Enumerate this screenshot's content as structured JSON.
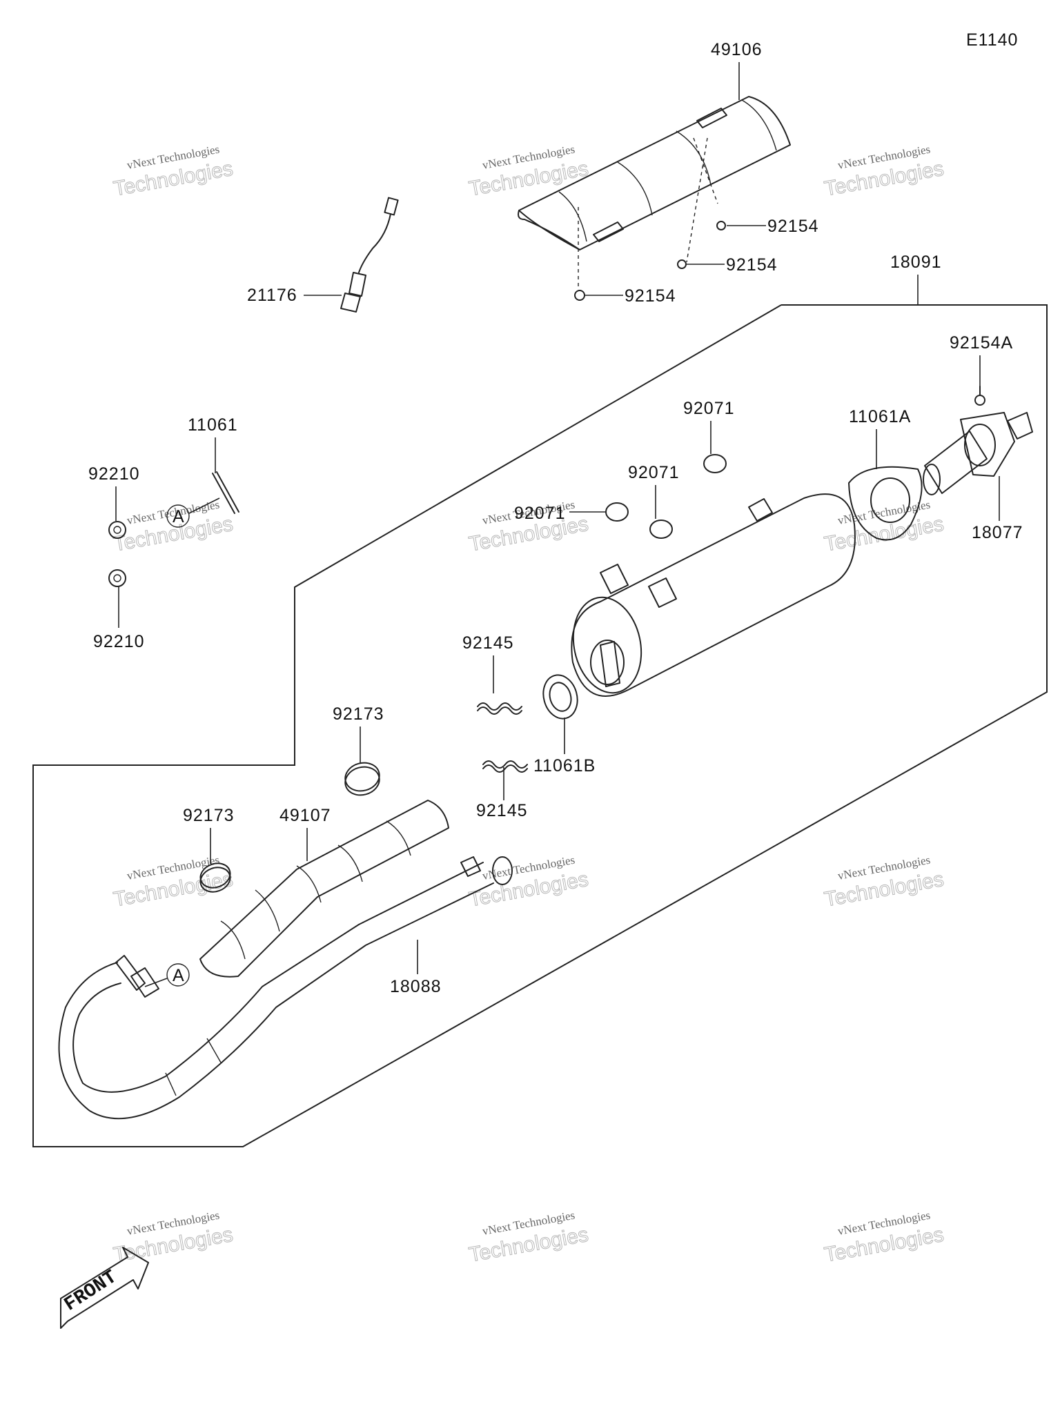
{
  "diagram": {
    "code": "E1140",
    "front_label": "FRONT",
    "callout_letter": "A",
    "watermark": {
      "line1": "vNext Technologies",
      "line2": "vNext Technologies"
    },
    "parts": {
      "p49106": "49106",
      "p92154_a": "92154",
      "p92154_b": "92154",
      "p92154_c": "92154",
      "p18091": "18091",
      "p21176": "21176",
      "p92154A": "92154A",
      "p92071_a": "92071",
      "p92071_b": "92071",
      "p92071_c": "92071",
      "p11061A": "11061A",
      "p18077": "18077",
      "p11061": "11061",
      "p92210_a": "92210",
      "p92210_b": "92210",
      "p92145_a": "92145",
      "p92145_b": "92145",
      "p11061B": "11061B",
      "p92173_a": "92173",
      "p92173_b": "92173",
      "p49107": "49107",
      "p18088": "18088"
    }
  }
}
